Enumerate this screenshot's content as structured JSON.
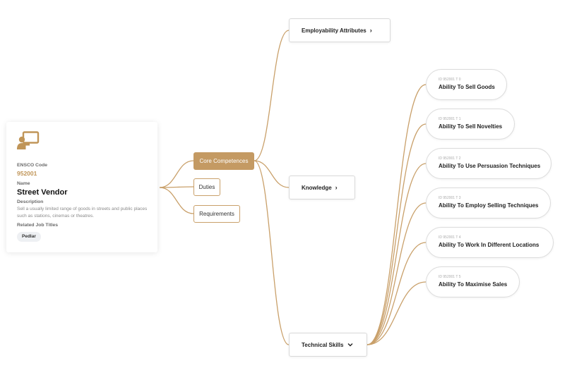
{
  "profile": {
    "code_label": "ENSCO Code",
    "code": "952001",
    "name_label": "Name",
    "name": "Street Vendor",
    "description_label": "Description",
    "description": "Sell a usually limited range of goods in streets and public places such as stations, cinemas or theatres.",
    "related_label": "Related Job Titles",
    "related_titles": [
      "Pedlar"
    ]
  },
  "branches": {
    "core": "Core Competences",
    "duties": "Duties",
    "requirements": "Requirements"
  },
  "sections": {
    "employability": {
      "label": "Employability Attributes",
      "icon": "chevron-right-icon"
    },
    "knowledge": {
      "label": "Knowledge",
      "icon": "chevron-right-icon"
    },
    "technical": {
      "label": "Technical Skills",
      "icon": "chevron-down-icon"
    }
  },
  "skills": [
    {
      "id": "ID 952001 T 0",
      "name": "Ability To Sell Goods"
    },
    {
      "id": "ID 952001 T 1",
      "name": "Ability To Sell Novelties"
    },
    {
      "id": "ID 952001 T 2",
      "name": "Ability To Use Persuasion Techniques"
    },
    {
      "id": "ID 952001 T 3",
      "name": "Ability To Employ Selling Techniques"
    },
    {
      "id": "ID 952001 T 4",
      "name": "Ability To Work In Different Locations"
    },
    {
      "id": "ID 952001 T 5",
      "name": "Ability To Maximise Sales"
    }
  ],
  "colors": {
    "accent": "#c49a63",
    "connector": "#c9a06a"
  }
}
